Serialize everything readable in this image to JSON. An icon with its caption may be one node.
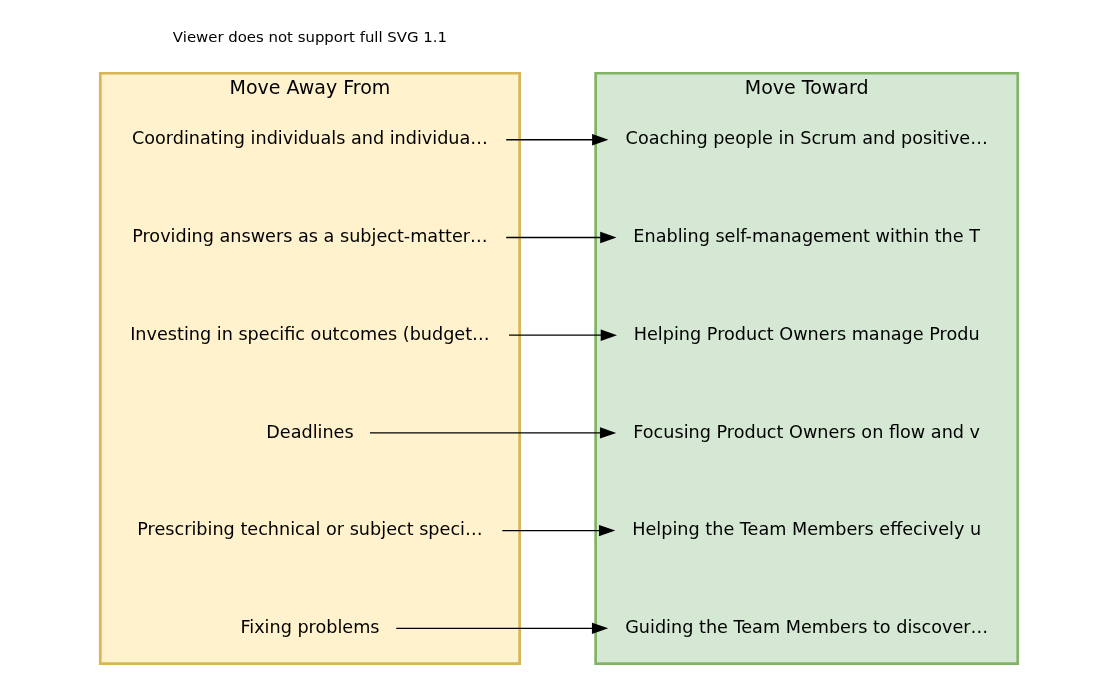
{
  "diagram": {
    "nodes": [
      {
        "text": [
          "Move Away From"
        ]
      },
      {
        "text": [
          "Coordinating individuals and individua…"
        ],
        "in": 0
      },
      {
        "text": [
          "Providing answers as a subject-matter…"
        ],
        "in": 0
      },
      {
        "text": [
          "Investing in specific outcomes (budget…"
        ],
        "in": 0
      },
      {
        "text": [
          "Deadlines"
        ],
        "in": 0
      },
      {
        "text": [
          "Prescribing technical or subject speci…"
        ],
        "in": 0
      },
      {
        "text": [
          "Fixing problems"
        ],
        "in": 0
      },
      {
        "text": [
          "Move Toward"
        ]
      },
      {
        "text": [
          "Coaching people in Scrum and positive…"
        ],
        "in": 7
      },
      {
        "text": [
          "Enabling self-management within the T"
        ],
        "in": 7
      },
      {
        "text": [
          "Helping Product Owners manage Produ"
        ],
        "in": 7
      },
      {
        "text": [
          "Focusing Product Owners on flow and v"
        ],
        "in": 7
      },
      {
        "text": [
          "Helping the Team Members effecively u"
        ],
        "in": 7
      },
      {
        "text": [
          "Guiding the Team Members to discover…"
        ],
        "in": 7
      }
    ],
    "edges": [
      {
        "from": 1,
        "to": 8,
        "arrow": "to"
      },
      {
        "from": 2,
        "to": 9,
        "arrow": "to"
      },
      {
        "from": 3,
        "to": 10,
        "arrow": "to"
      },
      {
        "from": 4,
        "to": 11,
        "arrow": "to"
      },
      {
        "from": 5,
        "to": 12,
        "arrow": "to"
      },
      {
        "from": 6,
        "to": 13,
        "arrow": "to"
      }
    ],
    "labels": [
      "Viewer does not support full SVG 1.1"
    ]
  }
}
